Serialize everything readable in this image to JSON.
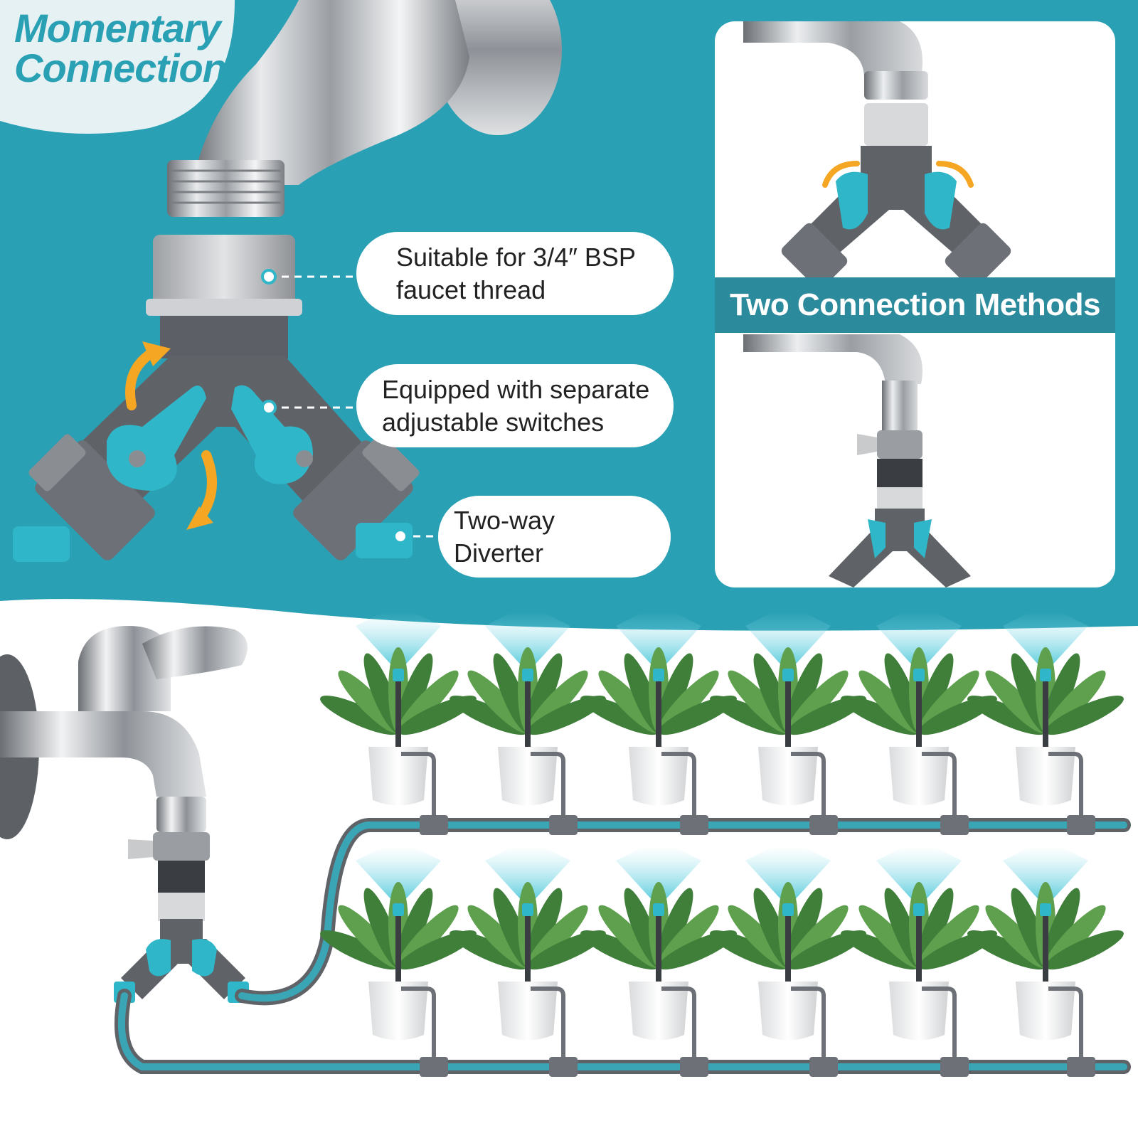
{
  "heading": {
    "line1": "Momentary",
    "line2": "Connection"
  },
  "callouts": [
    {
      "line1": "Suitable for 3/4″ BSP",
      "line2": "faucet thread"
    },
    {
      "line1": "Equipped with separate",
      "line2": "adjustable switches"
    },
    {
      "line1": "Two-way Diverter",
      "line2": ""
    }
  ],
  "methods_panel": {
    "label": "Two Connection Methods"
  },
  "colors": {
    "band_teal": "#2aa0b4",
    "accent_teal": "#2fb7c9",
    "dark_teal": "#2b8a9b",
    "arrow_orange": "#f5a623",
    "valve_gray": "#5f6368"
  },
  "icons": [
    "faucet-icon",
    "y-valve-icon",
    "rotate-arrow-icon",
    "plant-pot-icon",
    "spray-nozzle-icon"
  ]
}
